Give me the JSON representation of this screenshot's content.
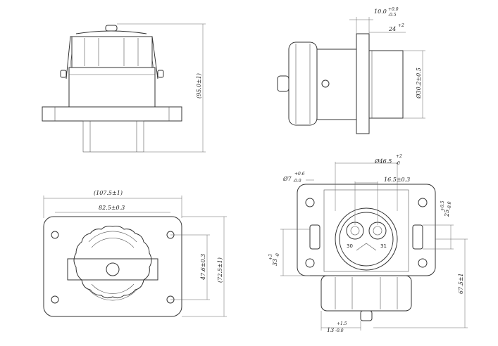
{
  "views": {
    "front_side": {
      "overall_height": "(95.0±1)"
    },
    "right_side": {
      "top_dim_main": "10.0",
      "top_dim_tol_up": "+0.0",
      "top_dim_tol_down": "-0.5",
      "angle_main": "24",
      "angle_tol": "+2",
      "diameter": "Ø30.2±0.5"
    },
    "bottom_left": {
      "overall_width": "(107.5±1)",
      "hole_spacing_x": "82.5±0.3",
      "hole_spacing_y": "47.6±0.3",
      "overall_depth": "(72.5±1)"
    },
    "bottom_right": {
      "outer_dia_main": "Ø46.5",
      "outer_dia_tol_up": "+2",
      "outer_dia_tol_down": "-0",
      "hole_dia_main": "Ø7",
      "hole_dia_tol_up": "+0.6",
      "hole_dia_tol_down": "-0.0",
      "pin_spacing": "16.5±0.3",
      "pin_label_left": "30",
      "pin_label_right": "31",
      "left_dim_main": "33",
      "left_dim_tol_up": "+3",
      "left_dim_tol_down": "-0",
      "right_dim_main": "25",
      "right_dim_tol_up": "+0.5",
      "right_dim_tol_down": "-0.0",
      "overall_height": "67.5±1",
      "bottom_dim_main": "13",
      "bottom_dim_tol_up": "+1.5",
      "bottom_dim_tol_down": "-0.0"
    }
  }
}
